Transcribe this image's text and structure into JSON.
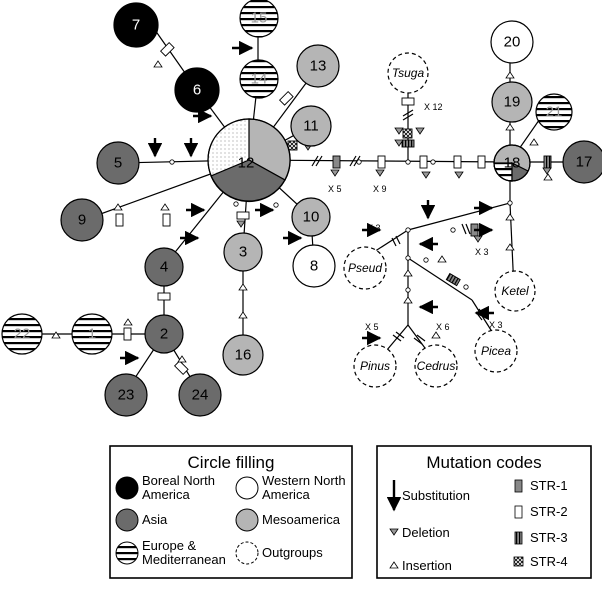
{
  "nodes": [
    {
      "id": "7",
      "region": "boreal"
    },
    {
      "id": "6",
      "region": "boreal"
    },
    {
      "id": "15",
      "region": "europe"
    },
    {
      "id": "14",
      "region": "europe"
    },
    {
      "id": "13",
      "region": "meso"
    },
    {
      "id": "11",
      "region": "meso"
    },
    {
      "id": "12",
      "region": "mixed"
    },
    {
      "id": "5",
      "region": "asia"
    },
    {
      "id": "9",
      "region": "asia"
    },
    {
      "id": "4",
      "region": "asia"
    },
    {
      "id": "2",
      "region": "asia"
    },
    {
      "id": "1",
      "region": "europe"
    },
    {
      "id": "22",
      "region": "europe"
    },
    {
      "id": "23",
      "region": "asia"
    },
    {
      "id": "24",
      "region": "asia"
    },
    {
      "id": "3",
      "region": "meso"
    },
    {
      "id": "16",
      "region": "meso"
    },
    {
      "id": "10",
      "region": "meso"
    },
    {
      "id": "8",
      "region": "western"
    },
    {
      "id": "20",
      "region": "western"
    },
    {
      "id": "19",
      "region": "meso"
    },
    {
      "id": "21",
      "region": "europe"
    },
    {
      "id": "18",
      "region": "mixed2"
    },
    {
      "id": "17",
      "region": "asia"
    }
  ],
  "outgroups": [
    "Tsuga",
    "Pseud",
    "Ketel",
    "Pinus",
    "Cedrus",
    "Picea"
  ],
  "multipliers": [
    "X 12",
    "X 5",
    "X 9",
    "X 3",
    "X 3",
    "X 3",
    "X 5",
    "X 6",
    "X 3"
  ],
  "colors": {
    "boreal": "#000000",
    "asia": "#6b6b6b",
    "meso": "#b5b5b5",
    "western": "#ffffff",
    "stroke": "#000000"
  },
  "legend_filling": {
    "title": "Circle filling",
    "items": [
      {
        "label_lines": [
          "Boreal North",
          "America"
        ],
        "swatch": "boreal"
      },
      {
        "label_lines": [
          "Western North",
          "America"
        ],
        "swatch": "western"
      },
      {
        "label_lines": [
          "Asia"
        ],
        "swatch": "asia"
      },
      {
        "label_lines": [
          "Mesoamerica"
        ],
        "swatch": "meso"
      },
      {
        "label_lines": [
          "Europe &",
          "Mediterranean"
        ],
        "swatch": "europe"
      },
      {
        "label_lines": [
          "Outgroups"
        ],
        "swatch": "outgroup"
      }
    ]
  },
  "legend_mutations": {
    "title": "Mutation codes",
    "items": [
      {
        "label": "Substitution",
        "icon": "arrow-icon"
      },
      {
        "label": "Deletion",
        "icon": "triangle-down-icon"
      },
      {
        "label": "Insertion",
        "icon": "triangle-up-icon"
      },
      {
        "label": "STR-1",
        "icon": "str1-icon"
      },
      {
        "label": "STR-2",
        "icon": "str2-icon"
      },
      {
        "label": "STR-3",
        "icon": "str3-icon"
      },
      {
        "label": "STR-4",
        "icon": "str4-icon"
      }
    ]
  }
}
